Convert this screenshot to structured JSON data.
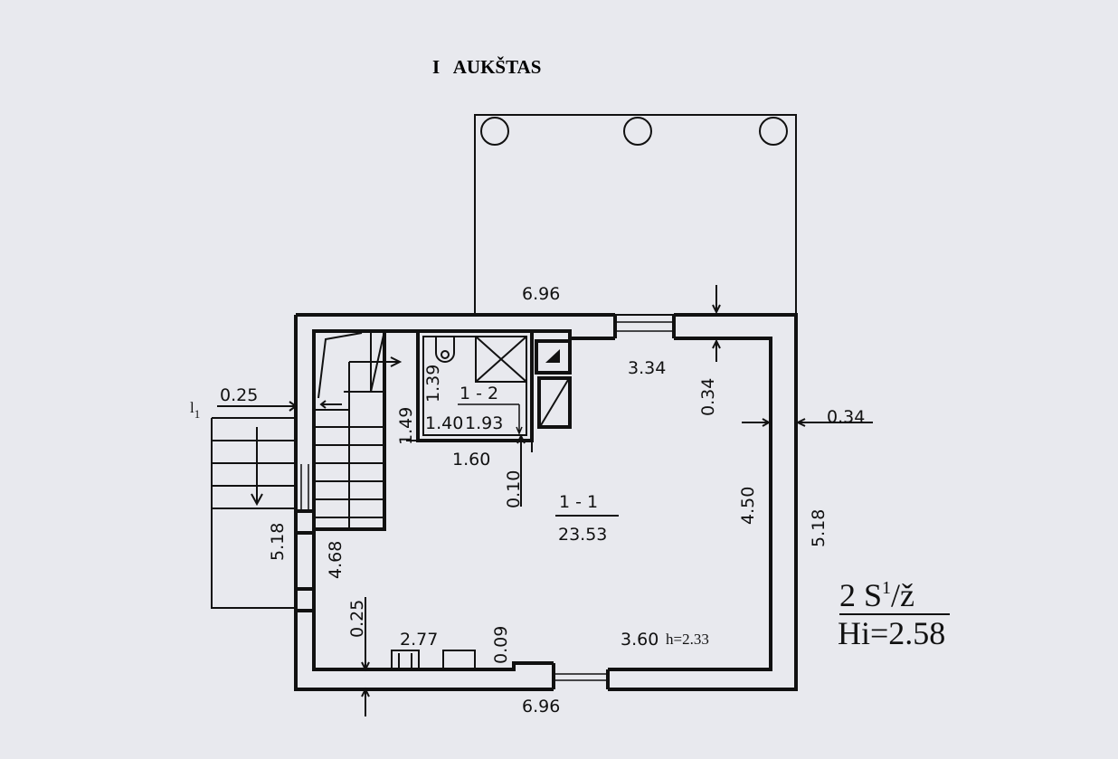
{
  "title": "I   AUKŠTAS",
  "rooms": [
    {
      "id": "1 - 1",
      "area": "23.53"
    },
    {
      "id": "1 - 2",
      "area": "1.93"
    }
  ],
  "dimensions": {
    "top_width": "6.96",
    "bottom_width": "6.96",
    "inner_top": "3.34",
    "wall_top": "0.34",
    "wall_right": "0.34",
    "right_height": "5.18",
    "left_height": "5.18",
    "inner_height": "4.50",
    "stair_height": "4.68",
    "stair_step": "0.25",
    "wall_bottom": "0.25",
    "bath_w": "1.40",
    "bath_h": "1.39",
    "bath_outer_h": "1.49",
    "bath_outer_w": "1.60",
    "bath_gap": "0.10",
    "kitchen_w": "2.77",
    "kitchen_gap": "0.09",
    "inner_bottom": "3.60",
    "ceiling_height": "h=2.33"
  },
  "section_mark": {
    "letter": "l",
    "sub": "1"
  },
  "legend": {
    "line1": "2 S",
    "sup": "1",
    "line1_end": "/ž",
    "line2": "Hi=2.58"
  }
}
